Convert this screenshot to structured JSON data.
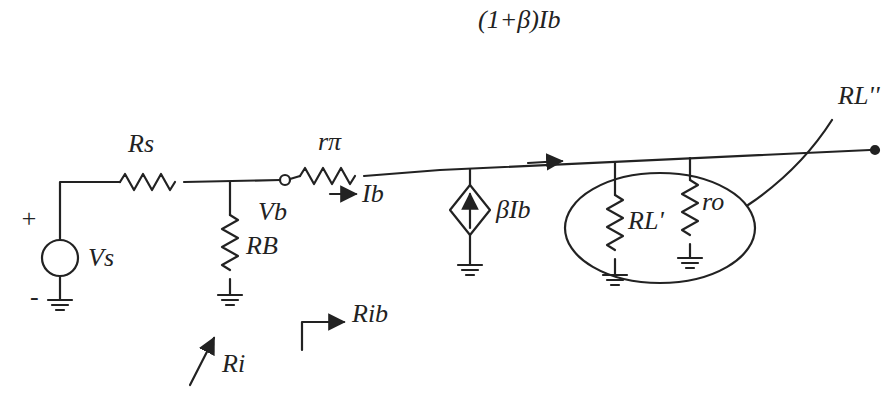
{
  "diagram": {
    "labels": [
      "+",
      "-",
      "Vs",
      "Rs",
      "RB",
      "rπ",
      "Vb",
      "Ib",
      "(1+β)Ib",
      "βIb",
      "RL'",
      "ro",
      "RL''",
      "Ri",
      "Rib"
    ]
  }
}
